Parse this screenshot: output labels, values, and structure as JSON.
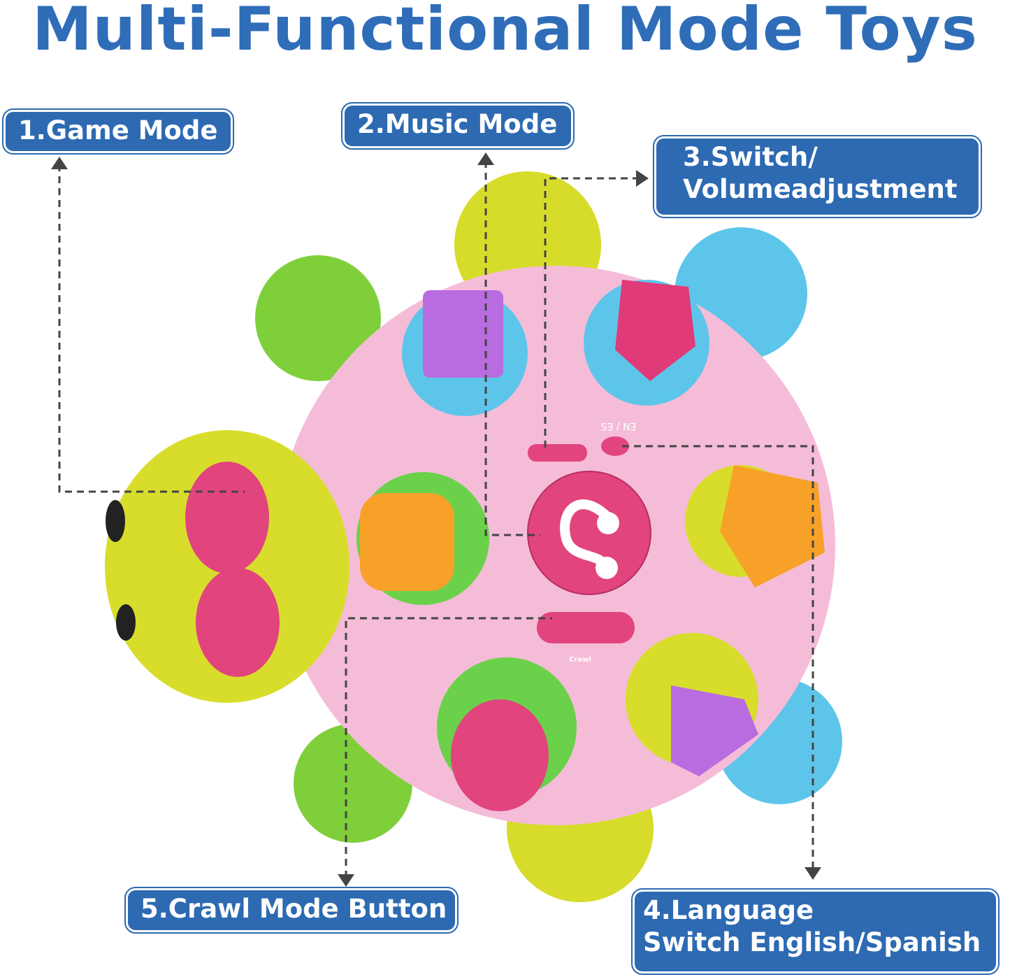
{
  "title": "Multi-Functional Mode Toys",
  "callouts": [
    {
      "label": "1.Game Mode"
    },
    {
      "label": "2.Music Mode"
    },
    {
      "label_line1": "3.Switch/",
      "label_line2": "Volumeadjustment"
    },
    {
      "label_line1": "4.Language",
      "label_line2": "Switch English/Spanish"
    },
    {
      "label": "5.Crawl Mode Button"
    }
  ],
  "toy_labels": {
    "language": "EN / ES",
    "crawl": "Crawl"
  },
  "colors": {
    "brand_blue": "#2d6ab2",
    "body_pink": "#f4b8d6",
    "button_pink": "#e2447e",
    "head_yellow": "#d9de2c",
    "leg_green": "#7fcf3a",
    "leg_blue": "#5ec5ea"
  }
}
